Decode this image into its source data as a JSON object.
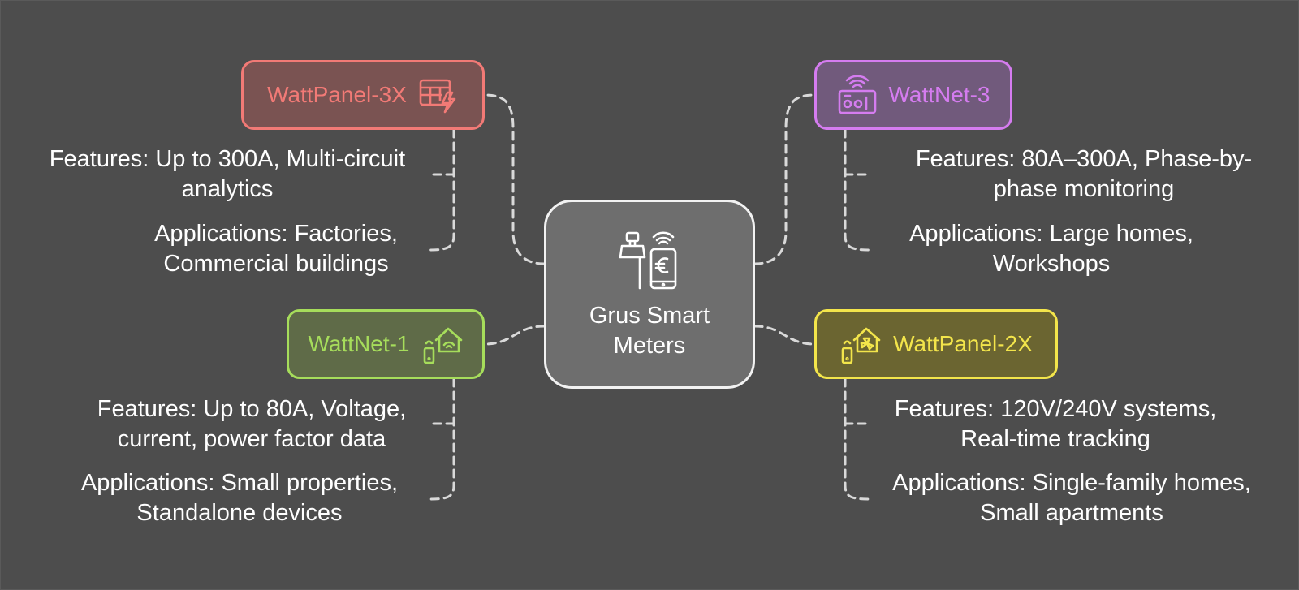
{
  "center": {
    "title": "Grus Smart Meters",
    "icon": "meter-phone-euro-icon"
  },
  "colors": {
    "background": "#4d4d4d",
    "red": "#f27a76",
    "purple": "#d57cf0",
    "green": "#a6dd5b",
    "yellow": "#f3e54b",
    "connector": "#d9d9d9"
  },
  "products": {
    "wattpanel_3x": {
      "name": "WattPanel-3X",
      "icon": "table-lightning-icon",
      "features": [
        "Features: Up to 300A, Multi-circuit",
        "analytics"
      ],
      "applications": [
        "Applications: Factories,",
        "Commercial buildings"
      ]
    },
    "wattnet_3": {
      "name": "WattNet-3",
      "icon": "wireless-meter-icon",
      "features": [
        "Features: 80A–300A, Phase-by-",
        "phase monitoring"
      ],
      "applications": [
        "Applications: Large homes,",
        "Workshops"
      ]
    },
    "wattnet_1": {
      "name": "WattNet-1",
      "icon": "smart-home-phone-icon",
      "features": [
        "Features: Up to 80A, Voltage,",
        "current, power factor data"
      ],
      "applications": [
        "Applications: Small properties,",
        "Standalone devices"
      ]
    },
    "wattpanel_2x": {
      "name": "WattPanel-2X",
      "icon": "smart-home-fan-icon",
      "features": [
        "Features: 120V/240V systems,",
        "Real-time tracking"
      ],
      "applications": [
        "Applications: Single-family homes,",
        "Small apartments"
      ]
    }
  }
}
